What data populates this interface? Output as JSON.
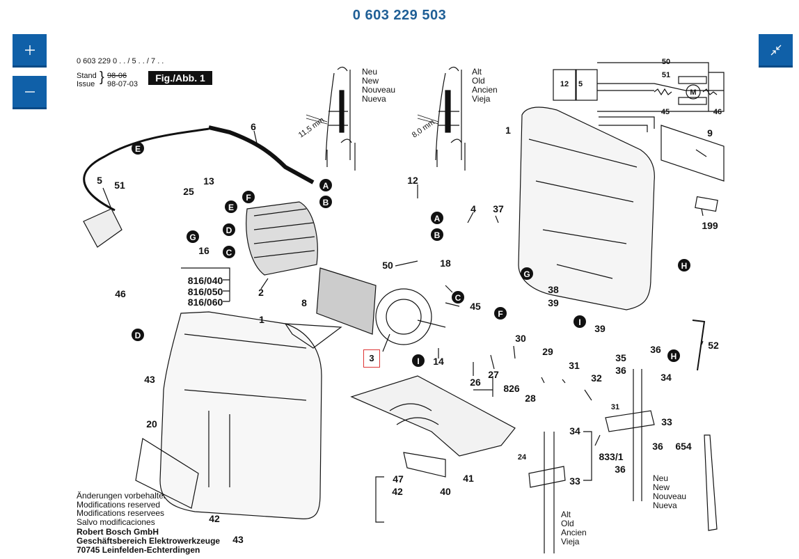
{
  "title": "0 603 229 503",
  "controls": {
    "zoom_in": "+",
    "zoom_out": "−"
  },
  "header": {
    "model_line": "0 603 229 0 . . / 5 . . / 7 . .",
    "stand": "Stand",
    "issue": "Issue",
    "crossed": "98-06",
    "date": "98-07-03",
    "fig": "Fig./Abb. 1"
  },
  "new_labels": [
    "Neu",
    "New",
    "Nouveau",
    "Nueva"
  ],
  "old_labels": [
    "Alt",
    "Old",
    "Ancien",
    "Vieja"
  ],
  "dim_new": "11,5 mm",
  "dim_old": "8,0 mm",
  "new_labels_2": [
    "Neu",
    "New",
    "Nouveau",
    "Nueva"
  ],
  "old_labels_2": [
    "Alt",
    "Old",
    "Ancien",
    "Vieja"
  ],
  "notes": [
    "Änderungen vorbehalten",
    "Modifications reserved",
    "Modifications reservees",
    "Salvo modificaciones"
  ],
  "company": [
    "Robert Bosch GmbH",
    "Geschäftsbereich Elektrowerkzeuge",
    "70745 Leinfelden-Echterdingen"
  ],
  "highlighted_part": "3",
  "part_numbers": {
    "p1a": "1",
    "p1b": "1",
    "p2": "2",
    "p4": "4",
    "p5": "5",
    "p6": "6",
    "p8": "8",
    "p9": "9",
    "p12": "12",
    "p13": "13",
    "p14": "14",
    "p16": "16",
    "p18": "18",
    "p20": "20",
    "p25": "25",
    "p26": "26",
    "p27": "27",
    "p28": "28",
    "p29": "29",
    "p30": "30",
    "p31": "31",
    "p32": "32",
    "p33a": "33",
    "p33b": "33",
    "p34a": "34",
    "p34b": "34",
    "p35": "35",
    "p36a": "36",
    "p36b": "36",
    "p36c": "36",
    "p36d": "36",
    "p37": "37",
    "p38": "38",
    "p39a": "39",
    "p39b": "39",
    "p40": "40",
    "p41": "41",
    "p42a": "42",
    "p42b": "42",
    "p43a": "43",
    "p43b": "43",
    "p45": "45",
    "p46": "46",
    "p47": "47",
    "p50": "50",
    "p51": "51",
    "p52": "52",
    "p199": "199",
    "p654": "654",
    "p826": "826",
    "p833": "833/1",
    "s816a": "816/040",
    "s816b": "816/050",
    "s816c": "816/060",
    "dim24": "24",
    "dim31": "31",
    "sch50": "50",
    "sch51": "51",
    "sch12": "12",
    "sch5": "5",
    "sch45": "45",
    "sch46": "46",
    "schM": "M"
  },
  "letters": {
    "A": "A",
    "B": "B",
    "C": "C",
    "D": "D",
    "E": "E",
    "F": "F",
    "G": "G",
    "H": "H",
    "I": "I"
  }
}
